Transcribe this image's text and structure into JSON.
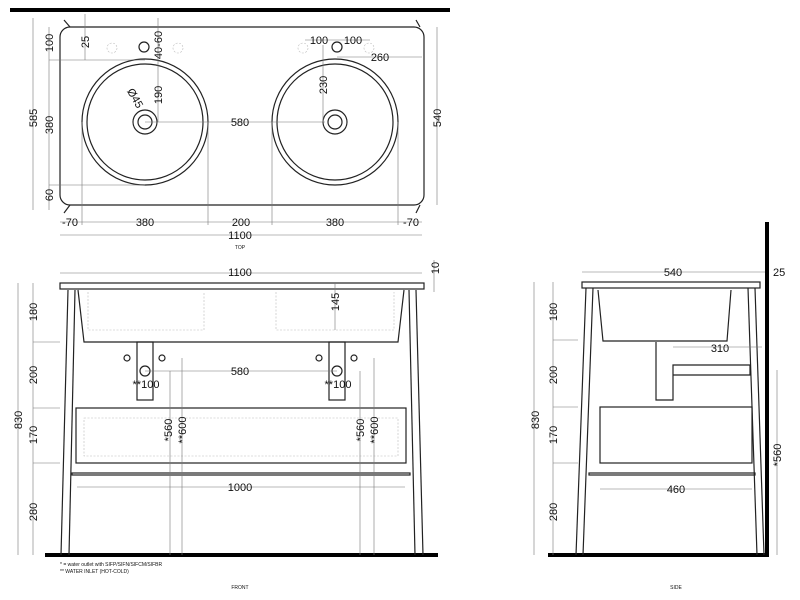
{
  "top_view": {
    "label": "TOP",
    "dims": {
      "overall_depth": "585",
      "bowl_depth": "380",
      "front_margin": "100",
      "rear_margin": "60",
      "tap_offset": "25",
      "tap_spacing": "40-60",
      "tap_to_drain": "190",
      "drain_diameter": "Ø45",
      "drain_offset": "230",
      "bowl_spacing": "580",
      "depth": "540",
      "tap_right": "260",
      "tap_left_dist": "100",
      "tap_right_dist": "100",
      "edge_left": "-70",
      "bowl_left": "380",
      "gap": "200",
      "bowl_right": "380",
      "edge_right": "-70",
      "width": "1100"
    }
  },
  "front_view": {
    "label": "FRONT",
    "dims": {
      "width": "1100",
      "top_thickness": "10",
      "total_height": "830",
      "h1": "180",
      "h2": "200",
      "h3": "170",
      "h4": "280",
      "bowl_depth": "145",
      "drain_spacing": "580",
      "inlet_spacing_left": "**100",
      "inlet_spacing_right": "**100",
      "outlet_left": "*560",
      "inlet_left": "**600",
      "outlet_right": "*560",
      "inlet_right": "**600",
      "drawer_width": "1000"
    },
    "notes": [
      "* = water outlet with SIFP/SIFN/SIFCM/SIFBR",
      "** WATER INLET (HOT-COLD)"
    ]
  },
  "side_view": {
    "label": "SIDE",
    "dims": {
      "depth": "540",
      "wall_gap": "25",
      "total_height": "830",
      "h1": "180",
      "h2": "200",
      "h3": "170",
      "h4": "280",
      "trap_depth": "310",
      "drawer_depth": "460",
      "outlet_height": "*560"
    }
  }
}
